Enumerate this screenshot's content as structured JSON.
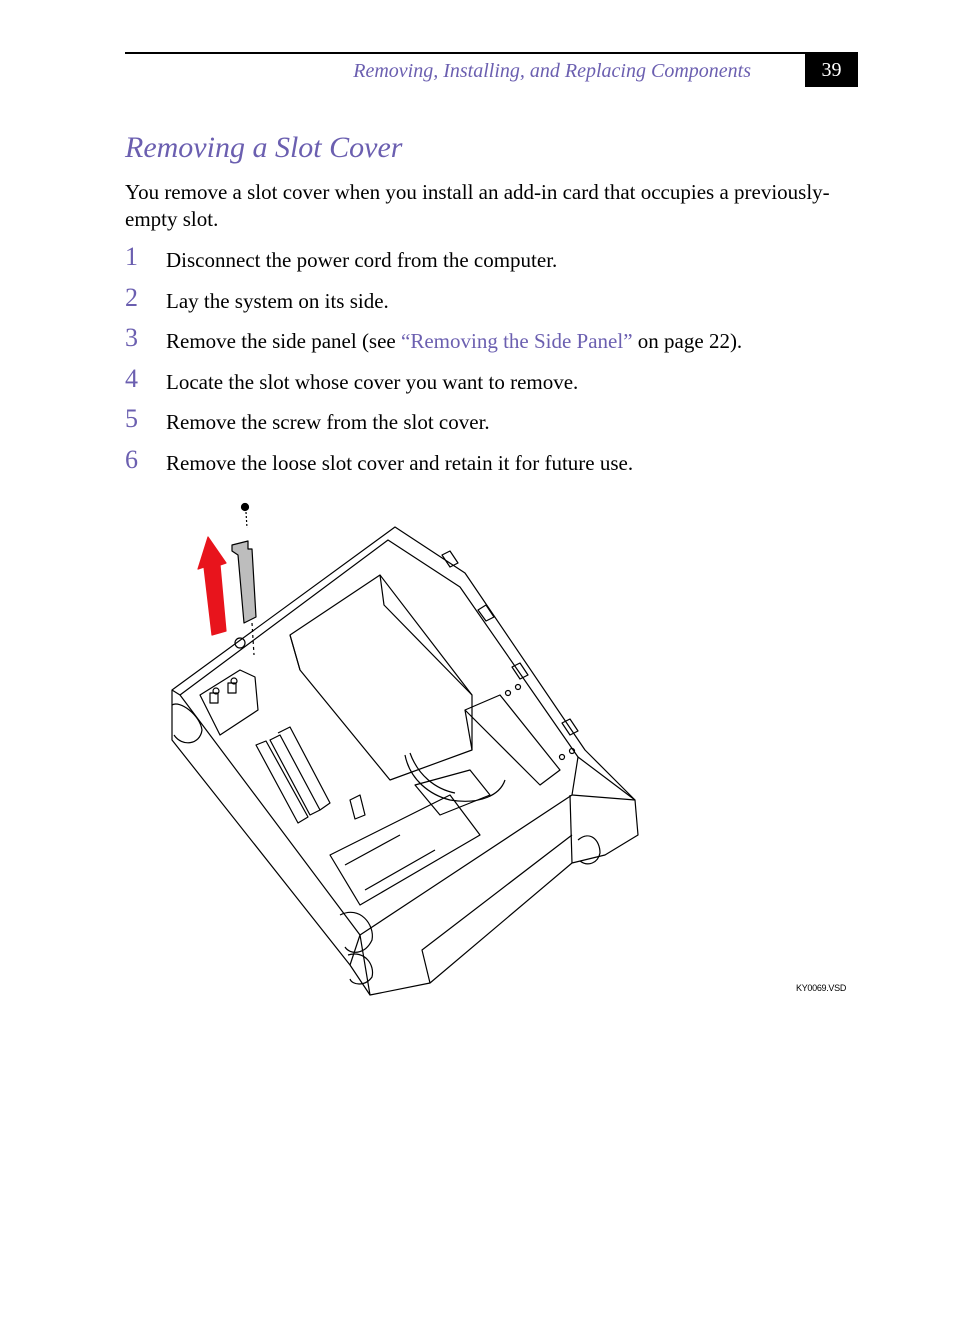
{
  "header": {
    "title": "Removing, Installing, and Replacing Components",
    "page_number": "39"
  },
  "section": {
    "title": "Removing a Slot Cover",
    "intro": "You remove a slot cover when you install an add-in card that occupies a previously-empty slot."
  },
  "steps": [
    {
      "num": "1",
      "text": "Disconnect the power cord from the computer."
    },
    {
      "num": "2",
      "text": "Lay the system on its side."
    },
    {
      "num": "3",
      "text_before": "Remove the side panel (see ",
      "link": "“Removing the Side Panel”",
      "text_after": " on page 22)."
    },
    {
      "num": "4",
      "text": "Locate the slot whose cover you want to remove."
    },
    {
      "num": "5",
      "text": "Remove the screw from the slot cover."
    },
    {
      "num": "6",
      "text": "Remove the loose slot cover and retain it for future use."
    }
  ],
  "figure": {
    "code": "KY0069.VSD",
    "arrow_color": "#e8141c",
    "accent_color": "#6b5fb0"
  }
}
